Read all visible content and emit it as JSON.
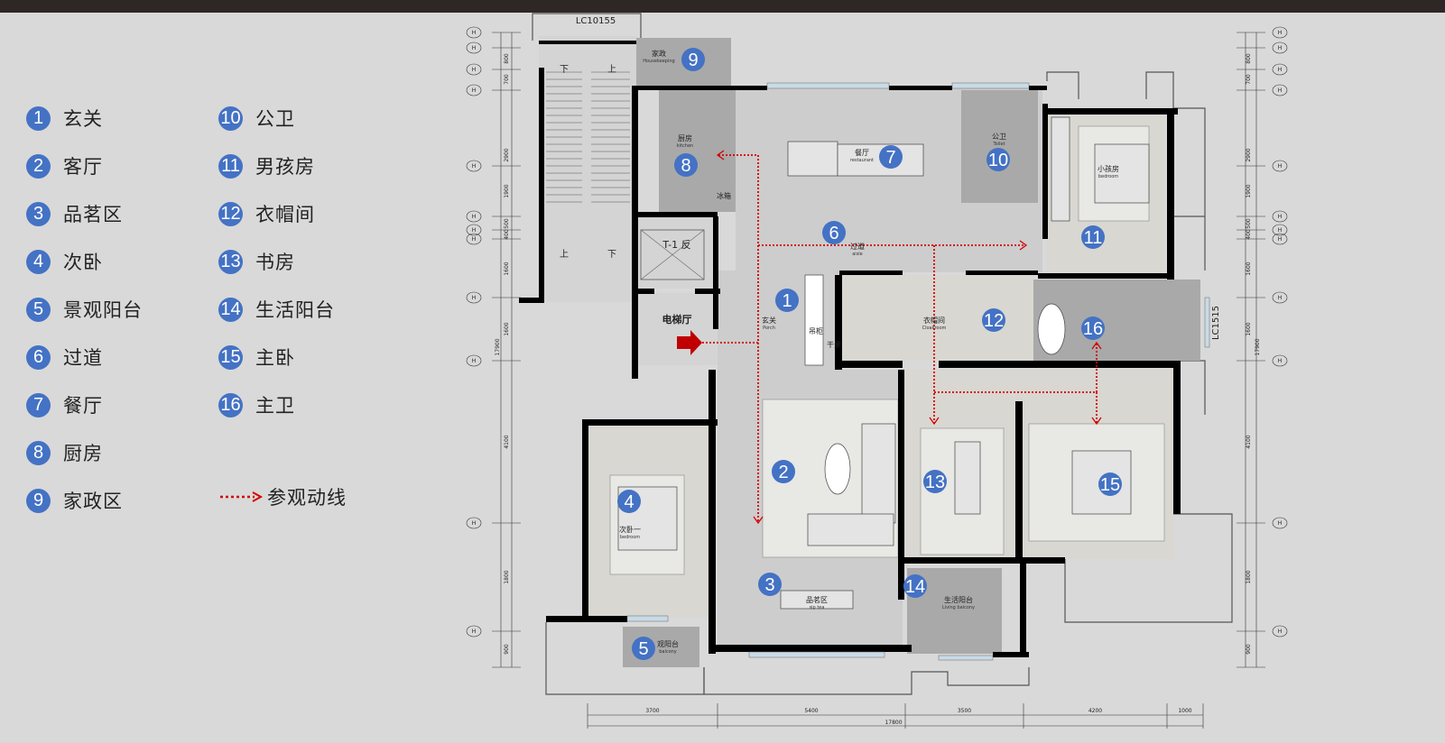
{
  "legend": [
    {
      "n": "1",
      "label": "玄关"
    },
    {
      "n": "2",
      "label": "客厅"
    },
    {
      "n": "3",
      "label": "品茗区"
    },
    {
      "n": "4",
      "label": "次卧"
    },
    {
      "n": "5",
      "label": "景观阳台"
    },
    {
      "n": "6",
      "label": "过道"
    },
    {
      "n": "7",
      "label": "餐厅"
    },
    {
      "n": "8",
      "label": "厨房"
    },
    {
      "n": "9",
      "label": "家政区"
    },
    {
      "n": "10",
      "label": "公卫"
    },
    {
      "n": "11",
      "label": "男孩房"
    },
    {
      "n": "12",
      "label": "衣帽间"
    },
    {
      "n": "13",
      "label": "书房"
    },
    {
      "n": "14",
      "label": "生活阳台"
    },
    {
      "n": "15",
      "label": "主卧"
    },
    {
      "n": "16",
      "label": "主卫"
    }
  ],
  "route_legend": "参观动线",
  "plan": {
    "window_top": "LC10155",
    "window_right": "LC1515",
    "rooms": {
      "housekeeping": {
        "cn": "家政",
        "en": "Housekeeping"
      },
      "kitchen": {
        "cn": "厨房",
        "en": "kitchen"
      },
      "fridge": "冰箱",
      "restaurant": {
        "cn": "餐厅",
        "en": "restaurant"
      },
      "toilet": {
        "cn": "公卫",
        "en": "Toilet"
      },
      "boyroom": {
        "cn": "小孩房",
        "en": "bedroom"
      },
      "aisle": {
        "cn": "过道",
        "en": "aisle"
      },
      "elevator": "T-1 反",
      "elevator_hall": "电梯厅",
      "porch": {
        "cn": "玄关",
        "en": "Porch"
      },
      "shoe_cabinet": "吊柜",
      "dry_scene": "干景",
      "cloakroom": {
        "cn": "衣帽间",
        "en": "Cloakroom"
      },
      "bedroom": {
        "cn": "次卧一",
        "en": "bedroom"
      },
      "sip_tea": {
        "cn": "品茗区",
        "en": "sip tea"
      },
      "living_balcony": {
        "cn": "生活阳台",
        "en": "Living balcony"
      },
      "landscape_balcony": {
        "cn": "观阳台",
        "en": "balcony"
      },
      "stair_down": "下",
      "stair_up": "上"
    },
    "dims_bottom": [
      "3700",
      "5400",
      "3500",
      "4200",
      "1000"
    ],
    "dims_total": "17800",
    "dims_side": [
      "800",
      "700",
      "2900",
      "1900",
      "500",
      "400",
      "1600",
      "1600",
      "4100",
      "1800",
      "900"
    ],
    "dims_side_total": "17900",
    "axis_tag": "H"
  },
  "colors": {
    "marker": "#4472c4",
    "route": "#d40000",
    "wall": "#000000"
  }
}
